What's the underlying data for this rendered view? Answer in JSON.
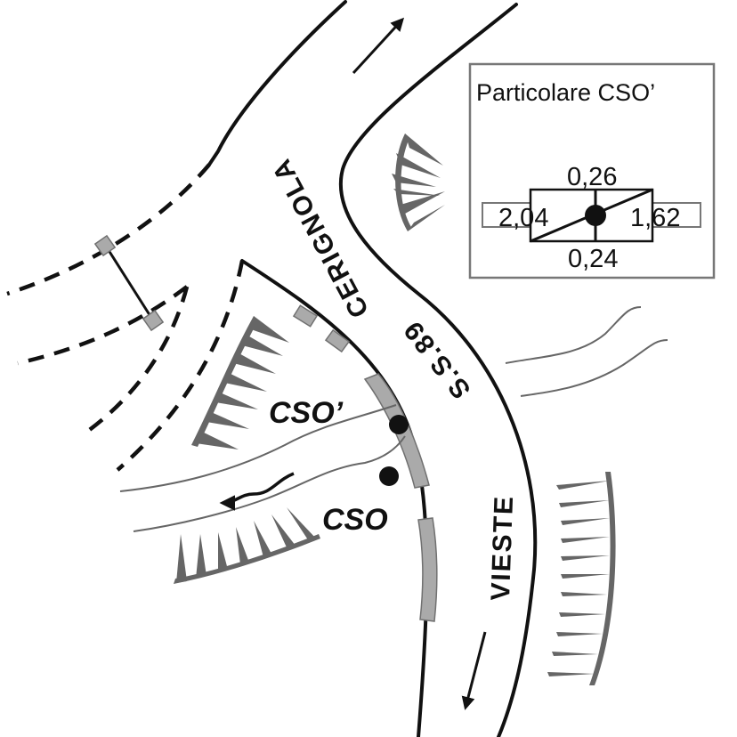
{
  "diagram": {
    "road_labels": {
      "north_destination": "CERIGNOLA",
      "road_name": "S.S.89",
      "south_destination": "VIESTE"
    },
    "points": [
      {
        "id": "cso_prime",
        "label": "CSO’"
      },
      {
        "id": "cso",
        "label": "CSO"
      }
    ],
    "detail_box": {
      "title": "Particolare CSO’",
      "top_value": "0,26",
      "bottom_value": "0,24",
      "left_value": "2,04",
      "right_value": "1,62"
    },
    "colors": {
      "line": "#111111",
      "barrier_fill": "#aaaaaa",
      "slope_hatch": "#666666",
      "river": "#666666",
      "box_border": "#777777"
    }
  }
}
